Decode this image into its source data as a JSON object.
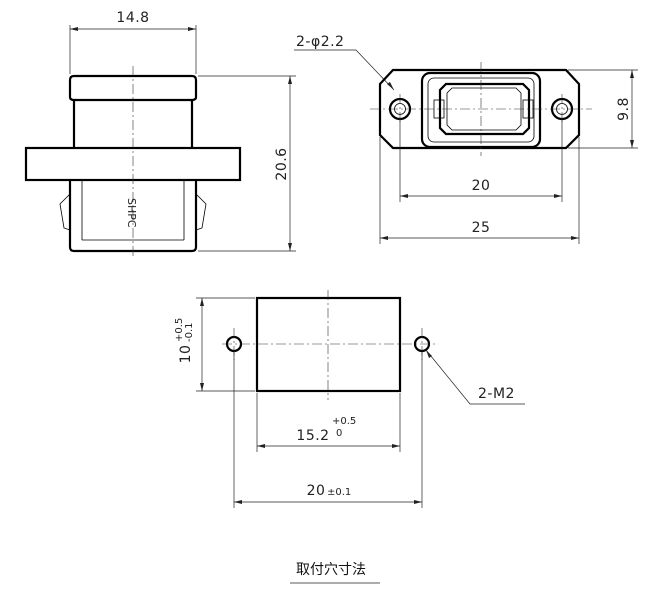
{
  "front_view": {
    "width_dim": "14.8",
    "height_dim": "20.6",
    "side_marking": "SHPC"
  },
  "side_view": {
    "hole_callout": "2-φ2.2",
    "height_dim": "9.8",
    "hole_pitch_dim": "20",
    "overall_width_dim": "25"
  },
  "mounting_cutout": {
    "height_base": "10",
    "height_tol_upper": "+0.5",
    "height_tol_lower": "-0.1",
    "width_base": "15.2",
    "width_tol_upper": "+0.5",
    "width_tol_lower": "0",
    "hole_pitch_base": "20",
    "hole_pitch_tol": "±0.1",
    "hole_callout": "2-M2",
    "caption": "取付穴寸法"
  }
}
